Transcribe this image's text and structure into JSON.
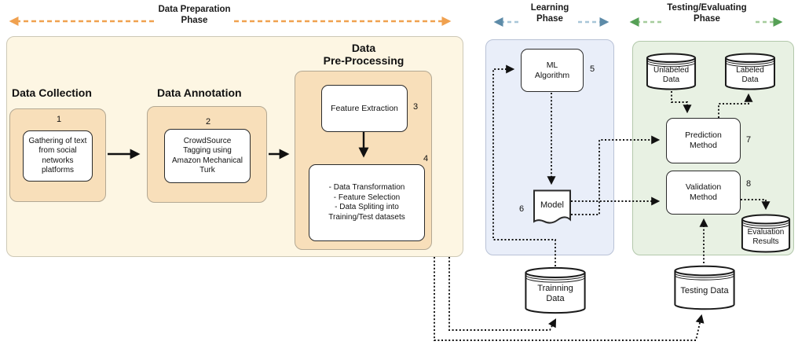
{
  "phases": {
    "preparation": {
      "label": "Data Preparation\nPhase"
    },
    "learning": {
      "label": "Learning\nPhase"
    },
    "testing": {
      "label": "Testing/Evaluating\nPhase"
    }
  },
  "preparation": {
    "collection": {
      "title": "Data Collection",
      "step_no": "1",
      "task": "Gathering of text\nfrom social\nnetworks\nplatforms"
    },
    "annotation": {
      "title": "Data Annotation",
      "step_no": "2",
      "task": "CrowdSource\nTagging using\nAmazon Mechanical\nTurk"
    },
    "preprocessing": {
      "title": "Data\nPre-Processing",
      "feature_extraction": {
        "step_no": "3",
        "label": "Feature Extraction"
      },
      "transform": {
        "step_no": "4",
        "label": "- Data Transformation\n- Feature Selection\n- Data Spliting into\nTraining/Test datasets"
      }
    }
  },
  "learning": {
    "ml_algorithm": {
      "step_no": "5",
      "label": "ML\nAlgorithm"
    },
    "model": {
      "step_no": "6",
      "label": "Model"
    }
  },
  "testing": {
    "unlabeled_data": {
      "label": "Unlabeled\nData"
    },
    "labeled_data": {
      "label": "Labeled\nData"
    },
    "prediction": {
      "step_no": "7",
      "label": "Prediction\nMethod"
    },
    "validation": {
      "step_no": "8",
      "label": "Validation\nMethod"
    },
    "evaluation_results": {
      "label": "Evaluation\nResults"
    }
  },
  "datastores": {
    "training": {
      "label": "Trainning\nData"
    },
    "testing": {
      "label": "Testing Data"
    }
  },
  "colors": {
    "preparation_arrow": "#f0a14f",
    "learning_arrow_dash": "#a8c6d8",
    "learning_arrow_head": "#5d8ba8",
    "testing_arrow_dash": "#a6cc9c",
    "testing_arrow_head": "#56a056",
    "preparation_panel": "#fdf6e3",
    "step_panel": "#f8dfba",
    "learning_panel": "#e9eef9",
    "testing_panel": "#e8f1e3",
    "connector": "#111111"
  }
}
